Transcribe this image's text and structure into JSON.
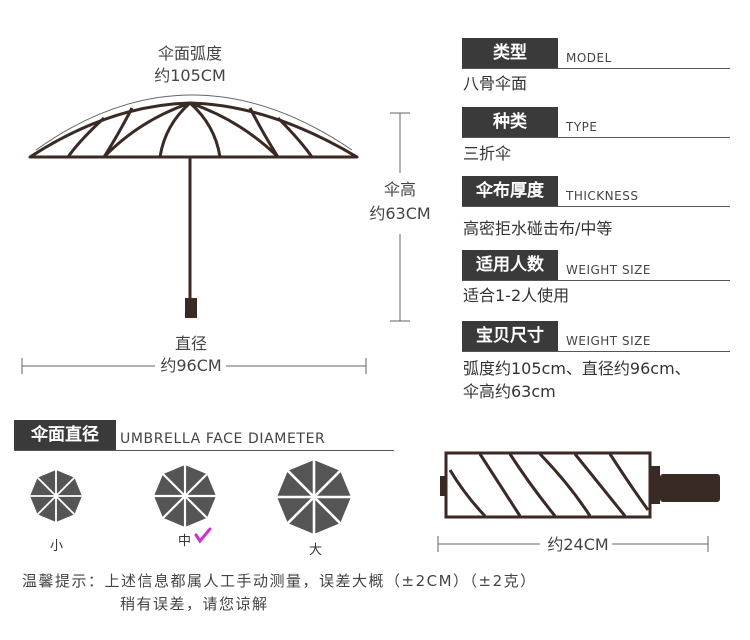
{
  "umbrella_dims": {
    "arc_label": "伞面弧度",
    "arc_value": "约105CM",
    "height_label": "伞高",
    "height_value": "约63CM",
    "diameter_label": "直径",
    "diameter_value": "约96CM"
  },
  "specs": [
    {
      "tag": "类型",
      "en": "MODEL",
      "value": "八骨伞面"
    },
    {
      "tag": "种类",
      "en": "TYPE",
      "value": "三折伞"
    },
    {
      "tag": "伞布厚度",
      "en": "THICKNESS",
      "value": "高密拒水碰击布/中等"
    },
    {
      "tag": "适用人数",
      "en": "WEIGHT SIZE",
      "value": "适合1-2人使用"
    },
    {
      "tag": "宝贝尺寸",
      "en": "WEIGHT SIZE",
      "value_line1": "弧度约105cm、直径约96cm、",
      "value_line2": "伞高约63cm"
    }
  ],
  "face_diameter": {
    "tag": "伞面直径",
    "en": "UMBRELLA FACE DIAMETER",
    "sizes": [
      {
        "label": "小"
      },
      {
        "label": "中",
        "selected": true
      },
      {
        "label": "大"
      }
    ]
  },
  "folded": {
    "length_value": "约24CM"
  },
  "tip": {
    "line1": "温馨提示：上述信息都属人工手动测量，误差大概（±2CM）（±2克）",
    "line2": "稍有误差，请您谅解"
  },
  "colors": {
    "frame": "#3a2a24",
    "tag_bg": "#3a3a3a",
    "icon_fill": "#555555",
    "check": "#cc33cc"
  }
}
